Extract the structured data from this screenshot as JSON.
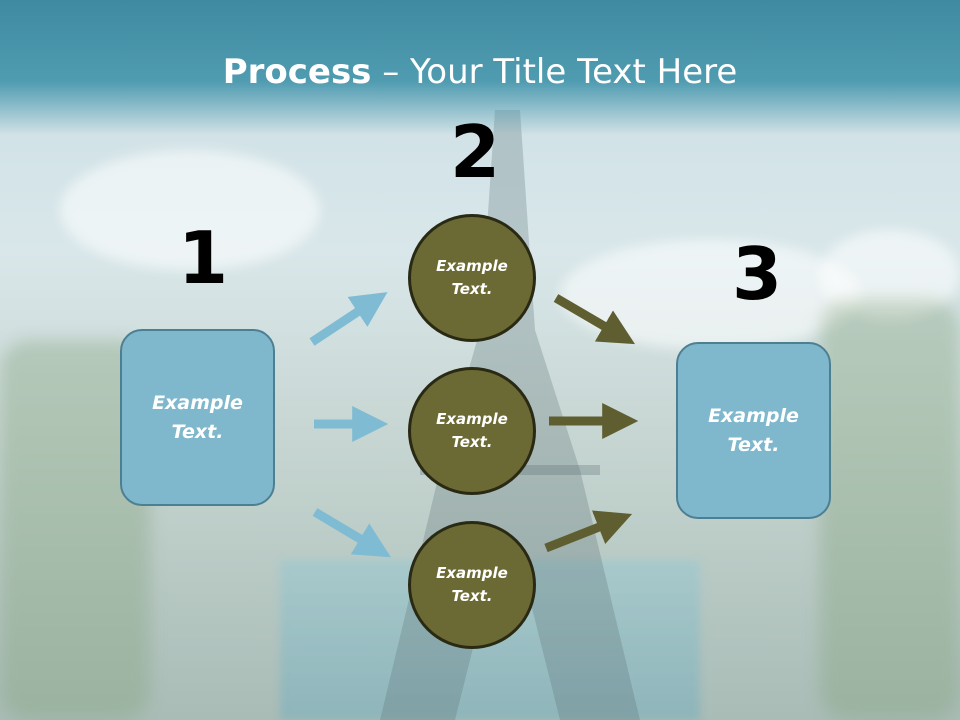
{
  "title": {
    "bold": "Process",
    "rest": " – Your Title Text Here"
  },
  "steps": [
    {
      "number": "1",
      "text": "Example Text."
    },
    {
      "number": "2",
      "items": [
        "Example Text.",
        "Example Text.",
        "Example Text."
      ]
    },
    {
      "number": "3",
      "text": "Example Text."
    }
  ],
  "colors": {
    "header": "#4a96ab",
    "box": "#7fb8cc",
    "circle": "#6b6a34",
    "arrow_blue": "#7fbcd4",
    "arrow_olive": "#5e5e30"
  }
}
